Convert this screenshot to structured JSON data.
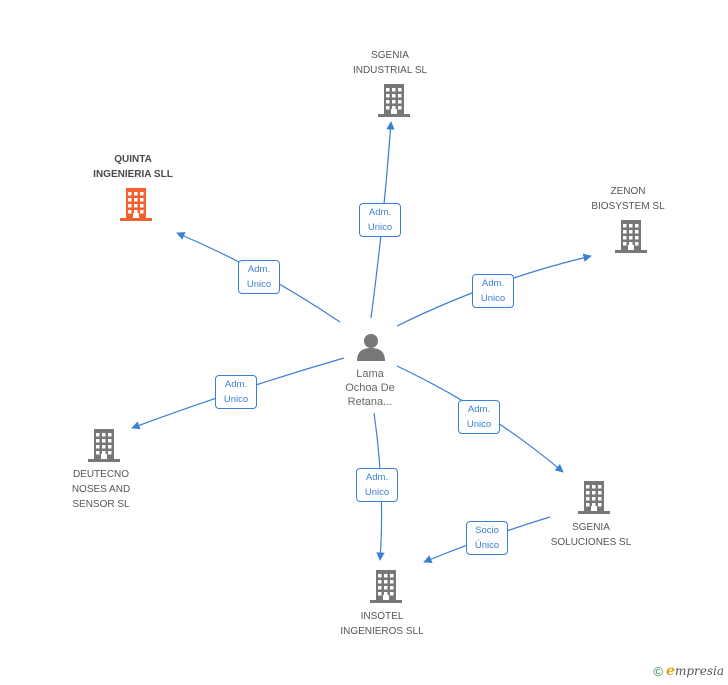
{
  "center": {
    "label": "Lama\nOchoa De\nRetana..."
  },
  "companies": [
    {
      "id": "sgenia-industrial",
      "label": "SGENIA\nINDUSTRIAL SL",
      "color": "#777777"
    },
    {
      "id": "quinta-ingenieria",
      "label": "QUINTA\nINGENIERIA SLL",
      "color": "#f2622e",
      "focal": true
    },
    {
      "id": "zenon-biosystem",
      "label": "ZENON\nBIOSYSTEM  SL",
      "color": "#777777"
    },
    {
      "id": "deutecno",
      "label": "DEUTECNO\nNOSES AND\nSENSOR SL",
      "color": "#777777"
    },
    {
      "id": "sgenia-soluciones",
      "label": "SGENIA\nSOLUCIONES SL",
      "color": "#777777"
    },
    {
      "id": "insotel",
      "label": "INSOTEL\nINGENIEROS SLL",
      "color": "#777777"
    }
  ],
  "edges": [
    {
      "id": "to-sgenia-industrial",
      "label": "Adm.\nUnico"
    },
    {
      "id": "to-quinta",
      "label": "Adm.\nUnico"
    },
    {
      "id": "to-zenon",
      "label": "Adm.\nUnico"
    },
    {
      "id": "to-deutecno",
      "label": "Adm.\nUnico"
    },
    {
      "id": "to-sgenia-soluciones",
      "label": "Adm.\nUnico"
    },
    {
      "id": "to-insotel",
      "label": "Adm.\nUnico"
    },
    {
      "id": "sgenia-soluciones-to-insotel",
      "label": "Socio\nÚnico"
    }
  ],
  "footer": {
    "copyright": "©",
    "brand_first": "e",
    "brand_rest": "mpresia"
  },
  "colors": {
    "edge": "#3a7fd6",
    "building": "#777777",
    "focal_building": "#f2622e",
    "person": "#777777"
  }
}
